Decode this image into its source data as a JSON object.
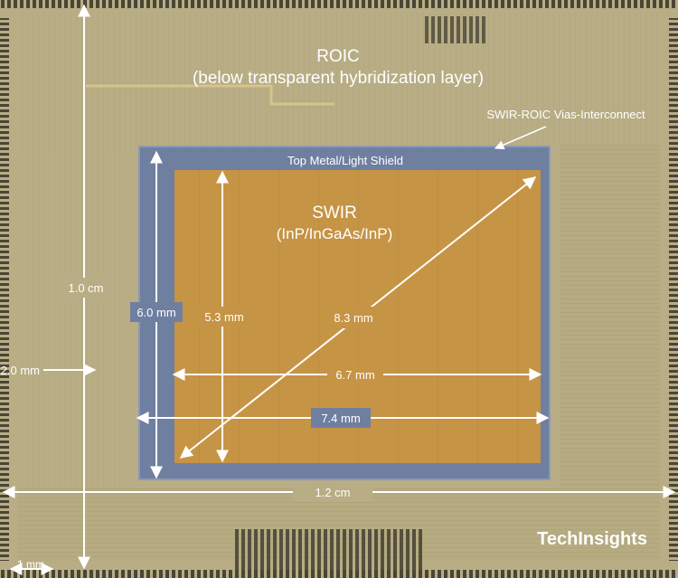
{
  "labels": {
    "roic_title": "ROIC",
    "roic_subtitle": "(below transparent hybridization layer)",
    "vias_interconnect": "SWIR-ROIC Vias-Interconnect",
    "top_metal": "Top Metal/Light Shield",
    "swir_title": "SWIR",
    "swir_subtitle": "(InP/InGaAs/InP)"
  },
  "dimensions": {
    "die_height": "1.0 cm",
    "die_width": "1.2 cm",
    "side_margin": "2.0 mm",
    "shield_height": "6.0 mm",
    "swir_height": "5.3 mm",
    "swir_diagonal": "8.3 mm",
    "swir_width": "6.7 mm",
    "shield_width": "7.4 mm",
    "scale_bar": "1 mm"
  },
  "brand": {
    "logo_text": "TechInsights"
  },
  "colors": {
    "die_background": "#b8ad84",
    "shield_blue": "#6f7fa0",
    "swir_orange": "#c69445",
    "annotation_white": "#ffffff"
  }
}
